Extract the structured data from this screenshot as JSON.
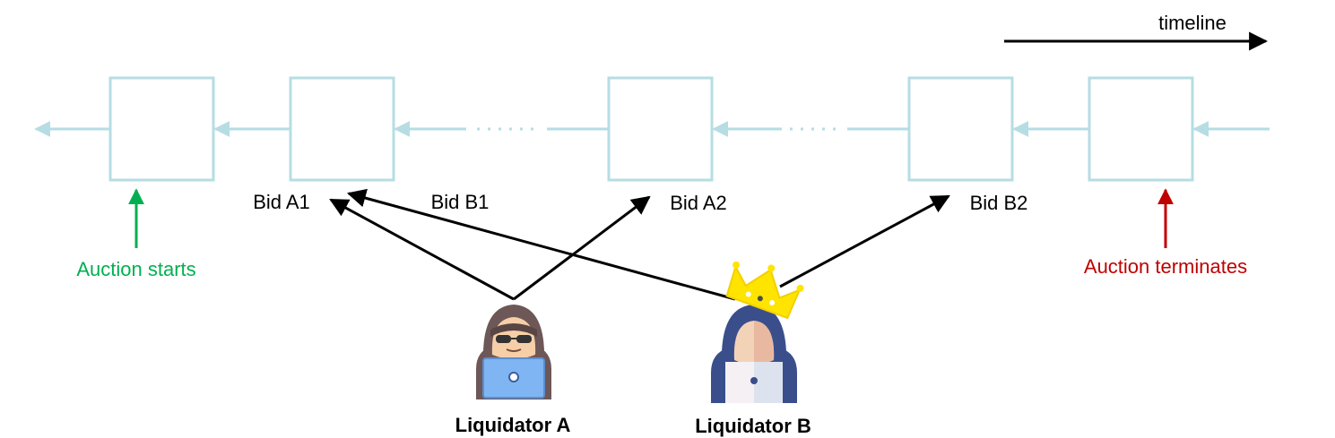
{
  "timeline": {
    "label": "timeline"
  },
  "bids": {
    "a1": "Bid A1",
    "b1": "Bid B1",
    "a2": "Bid A2",
    "b2": "Bid B2"
  },
  "auction": {
    "start_label": "Auction starts",
    "end_label": "Auction terminates"
  },
  "liquidators": {
    "a": "Liquidator A",
    "b": "Liquidator B"
  },
  "colors": {
    "chain": "#b6dde3",
    "start": "#00b050",
    "end": "#c00000",
    "arrow": "#000000",
    "crown": "#ffe400",
    "hacker_a_hood": "#6d5757",
    "hacker_b_hood": "#3a4e8c"
  },
  "icons": {
    "liquidator_a": "hacker-with-sunglasses-icon",
    "liquidator_b": "hooded-hacker-icon",
    "winner": "crown-icon"
  }
}
